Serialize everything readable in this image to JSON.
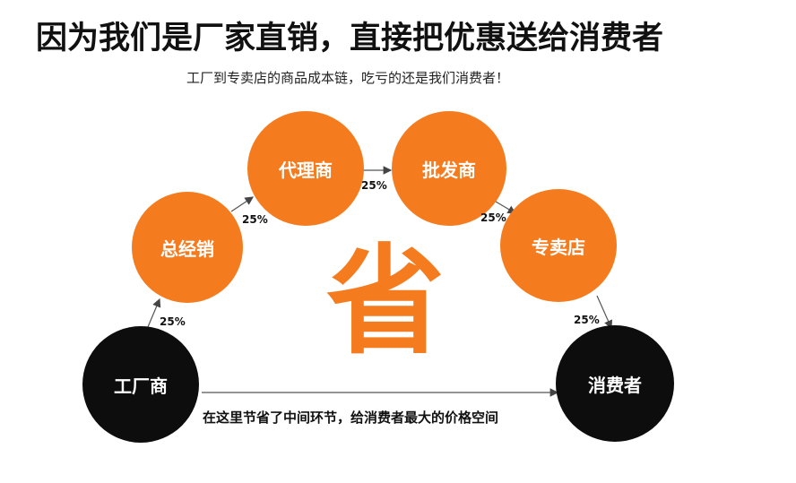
{
  "title": "因为我们是厂家直销，直接把优惠送给消费者",
  "subtitle": "工厂到专卖店的商品成本链，吃亏的还是我们消费者！",
  "center_char": "省",
  "bottom_note": "在这里节省了中间环节，给消费者最大的价格空间",
  "nodes": {
    "factory": "工厂商",
    "general_distributor": "总经销",
    "agent": "代理商",
    "wholesaler": "批发商",
    "store": "专卖店",
    "consumer": "消费者"
  },
  "markups": [
    "25%",
    "25%",
    "25%",
    "25%",
    "25%"
  ],
  "colors": {
    "orange": "#f47c1f",
    "black": "#0d0d0d"
  }
}
